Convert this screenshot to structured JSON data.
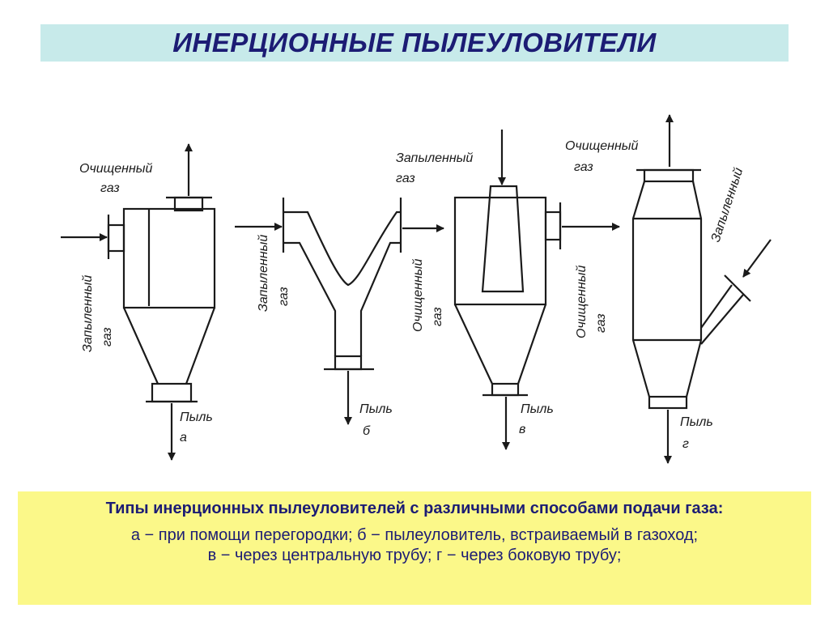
{
  "title": "ИНЕРЦИОННЫЕ ПЫЛЕУЛОВИТЕЛИ",
  "diagram": {
    "a": {
      "clean_gas_1": "Очищенный",
      "clean_gas_2": "газ",
      "dusty_gas_1": "Запыленный",
      "dusty_gas_2": "газ",
      "dust": "Пыль",
      "letter": "а"
    },
    "b": {
      "dusty_gas_1": "Запыленный",
      "dusty_gas_2": "газ",
      "clean_gas_1": "Очищенный",
      "clean_gas_2": "газ",
      "dust": "Пыль",
      "letter": "б"
    },
    "v": {
      "dusty_gas_1": "Запыленный",
      "dusty_gas_2": "газ",
      "clean_gas_1": "Очищенный",
      "clean_gas_2": "газ",
      "dust": "Пыль",
      "letter": "в"
    },
    "g": {
      "clean_gas_1": "Очищенный",
      "clean_gas_2": "газ",
      "dusty_gas": "Запыленный",
      "dust": "Пыль",
      "letter": "г"
    }
  },
  "caption": {
    "title": "Типы инерционных пылеуловителей с различными способами подачи газа:",
    "line1": "а − при  помощи  перегородки; б − пылеуловитель, встраиваемый в газоход;",
    "line2": "в −  через центральную трубу; г  −  через боковую трубу;"
  },
  "colors": {
    "title_bg": "#c7eaea",
    "title_text": "#1c1c74",
    "caption_bg": "#fbf889",
    "caption_text": "#1c1c74"
  }
}
